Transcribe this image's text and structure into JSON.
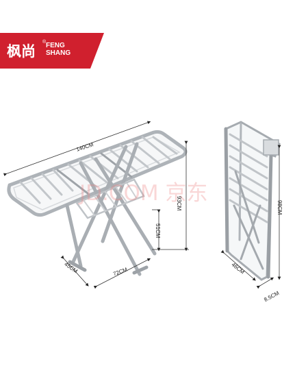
{
  "brand": {
    "name_cn": "枫尚",
    "name_en_line1": "FENG",
    "name_en_line2": "SHANG",
    "registered_mark": "®",
    "color": "#d0202e"
  },
  "watermark": "JD.COM 京东",
  "dimensions": {
    "length": "140CM",
    "height": "93CM",
    "mid_height": "51CM",
    "depth": "45CM",
    "width": "72CM",
    "folded_height": "98CM",
    "folded_depth": "46CM",
    "folded_thickness": "8.5CM"
  },
  "product_color": "#c8ccd0"
}
